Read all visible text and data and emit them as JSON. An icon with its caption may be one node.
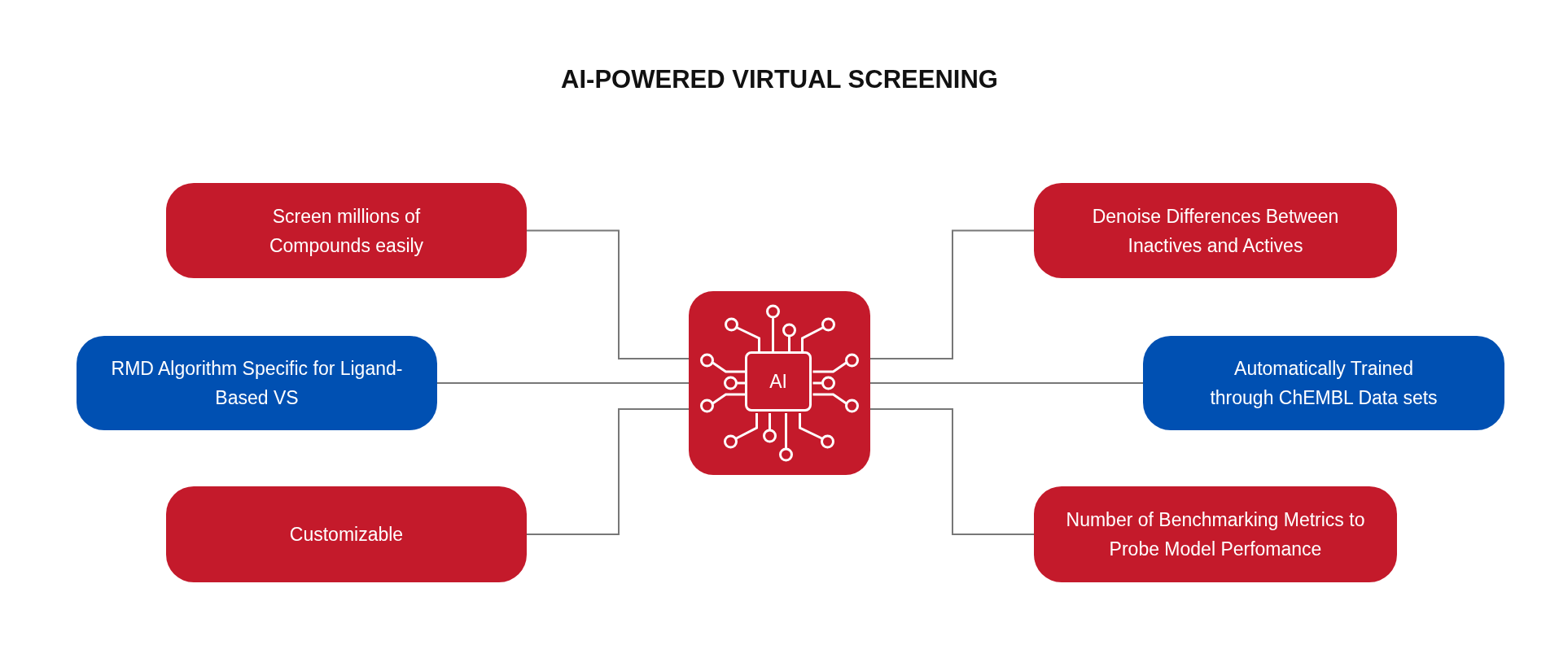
{
  "diagram": {
    "title": "AI-POWERED VIRTUAL SCREENING",
    "nodes": [
      {
        "text": [
          "Screen millions of Compounds easily"
        ]
      },
      {
        "text": [
          "RMD Algorithm Specific for Ligand-Based VS"
        ]
      },
      {
        "text": [
          "Customizable"
        ]
      },
      {
        "text": [
          "AI"
        ]
      },
      {
        "text": [
          "Denoise Differences Between Inactives and Actives"
        ]
      },
      {
        "text": [
          "Automatically Trained through ChEMBL Data sets"
        ]
      },
      {
        "text": [
          "Number of Benchmarking Metrics to Probe Model Perfomance"
        ]
      }
    ],
    "edges": [
      {
        "from": 0,
        "to": 3,
        "arrow": "none"
      },
      {
        "from": 1,
        "to": 3,
        "arrow": "none"
      },
      {
        "from": 2,
        "to": 3,
        "arrow": "none"
      },
      {
        "from": 3,
        "to": 4,
        "arrow": "none"
      },
      {
        "from": 3,
        "to": 5,
        "arrow": "none"
      },
      {
        "from": 3,
        "to": 6,
        "arrow": "none"
      }
    ]
  }
}
